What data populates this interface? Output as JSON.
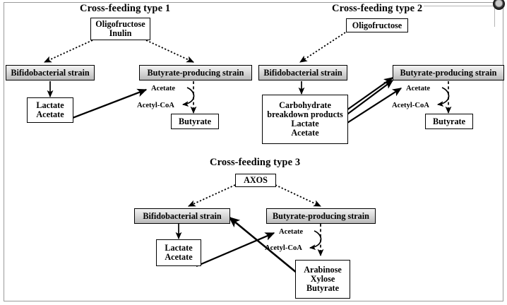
{
  "figure": {
    "title_font_note": "bold serif",
    "corner_handle": "resize-handle-circle"
  },
  "panels": [
    {
      "id": "type1",
      "title": "Cross-feeding type 1",
      "substrate": {
        "lines": [
          "Oligofructose",
          "Inulin"
        ]
      },
      "left_strain": "Bifidobacterial strain",
      "right_strain": "Butyrate-producing strain",
      "left_products": {
        "lines": [
          "Lactate",
          "Acetate"
        ]
      },
      "metabolite_acetate": "Acetate",
      "metabolite_acetyl_coa": "Acetyl-CoA",
      "end_product": "Butyrate"
    },
    {
      "id": "type2",
      "title": "Cross-feeding type 2",
      "substrate": {
        "lines": [
          "Oligofructose"
        ]
      },
      "left_strain": "Bifidobacterial strain",
      "right_strain": "Butyrate-producing strain",
      "left_products": {
        "lines": [
          "Carbohydrate",
          "breakdown products",
          "Lactate",
          "Acetate"
        ]
      },
      "metabolite_acetate": "Acetate",
      "metabolite_acetyl_coa": "Acetyl-CoA",
      "end_product": "Butyrate"
    },
    {
      "id": "type3",
      "title": "Cross-feeding type 3",
      "substrate": {
        "lines": [
          "AXOS"
        ]
      },
      "left_strain": "Bifidobacterial strain",
      "right_strain": "Butyrate-producing strain",
      "left_products": {
        "lines": [
          "Lactate",
          "Acetate"
        ]
      },
      "metabolite_acetate": "Acetate",
      "metabolite_acetyl_coa": "Acetyl-CoA",
      "end_products": {
        "lines": [
          "Arabinose",
          "Xylose",
          "Butyrate"
        ]
      }
    }
  ],
  "colors": {
    "stroke": "#000000",
    "strain_fill_top": "#f2f2f2",
    "strain_fill_bottom": "#b9b9b9",
    "frame": "#9a9a9a",
    "page": "#ffffff"
  }
}
